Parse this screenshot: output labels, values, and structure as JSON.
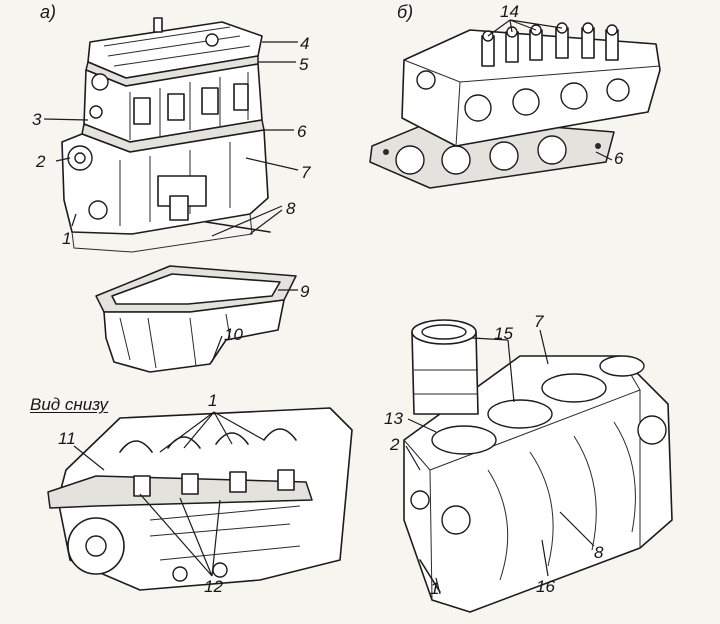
{
  "panels": {
    "a": "а)",
    "b": "б)",
    "bottom_view": "Вид снизу"
  },
  "callouts": {
    "n1": "1",
    "n2": "2",
    "n3": "3",
    "n4": "4",
    "n5": "5",
    "n6": "6",
    "n7": "7",
    "n8": "8",
    "n9": "9",
    "n10": "10",
    "n11": "11",
    "n12": "12",
    "n13": "13",
    "n14": "14",
    "n15": "15",
    "n16": "16"
  }
}
